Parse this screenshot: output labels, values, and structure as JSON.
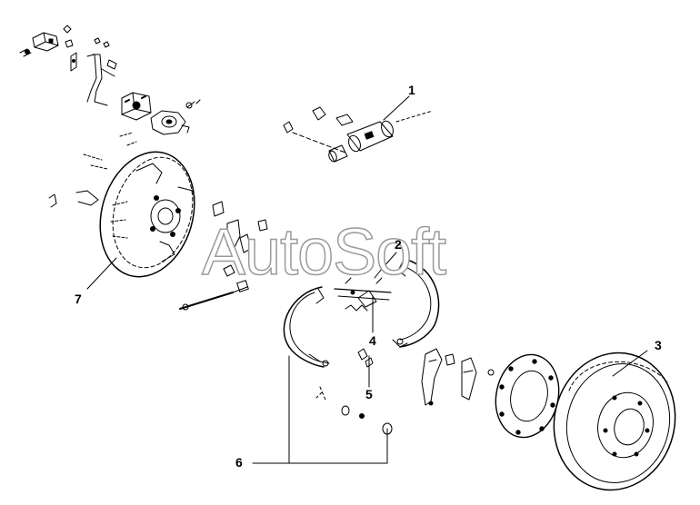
{
  "diagram": {
    "callouts": [
      {
        "id": "c1",
        "label": "1"
      },
      {
        "id": "c2",
        "label": "2"
      },
      {
        "id": "c3",
        "label": "3"
      },
      {
        "id": "c4",
        "label": "4"
      },
      {
        "id": "c5",
        "label": "5"
      },
      {
        "id": "c6",
        "label": "6"
      },
      {
        "id": "c7",
        "label": "7"
      }
    ],
    "watermark": "AutoSoft",
    "colors": {
      "line": "#000000",
      "background": "#ffffff",
      "watermark_outline": "#9a9a9a"
    }
  }
}
